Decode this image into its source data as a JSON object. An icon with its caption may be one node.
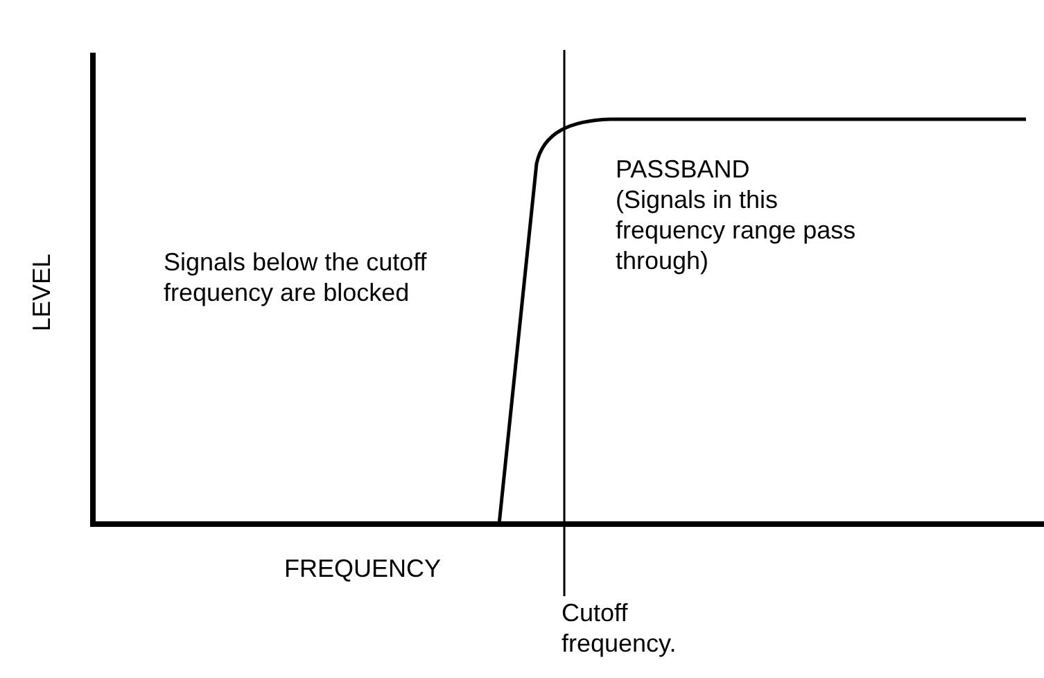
{
  "diagram": {
    "labels": [
      "LEVEL",
      "Signals below the cutoff frequency are blocked",
      "PASSBAND",
      "(Signals in this frequency range pass through)",
      "FREQUENCY",
      "Cutoff frequency."
    ]
  }
}
